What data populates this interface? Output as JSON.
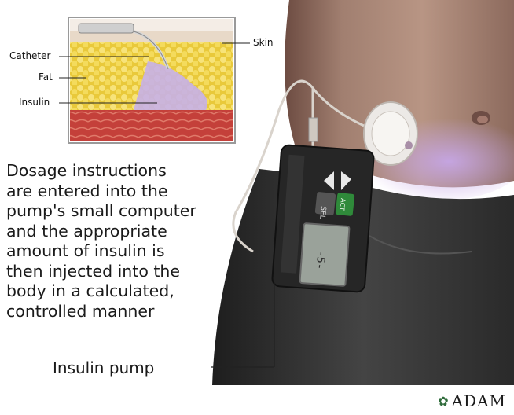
{
  "inset": {
    "labels": {
      "skin": "Skin",
      "catheter": "Catheter",
      "fat": "Fat",
      "insulin": "Insulin"
    }
  },
  "description": [
    "Dosage instructions",
    "are entered into the",
    "pump's small computer",
    "and the appropriate",
    "amount of insulin is",
    "then injected into the",
    "body in a calculated,",
    "controlled manner"
  ],
  "pump_label": "Insulin pump",
  "device": {
    "button_sel": "SEL",
    "button_act": "ACT",
    "screen_text": "-5-"
  },
  "logo": "ADAM",
  "colors": {
    "skin": "#b08a78",
    "pants": "#3a3a3a",
    "fat": "#f2d64a",
    "insulin_violet": "#c7b0e8",
    "muscle": "#c8463a",
    "pump_body": "#2b2b2b",
    "act_button": "#2f8a3a"
  }
}
